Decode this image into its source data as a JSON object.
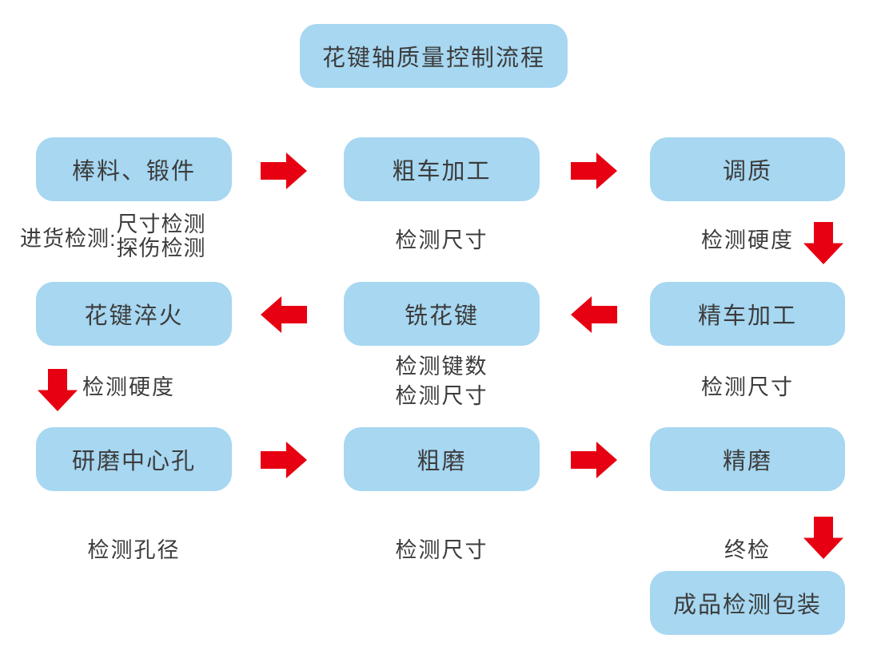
{
  "title": "花键轴质量控制流程",
  "colors": {
    "box_fill": "#a7d7f1",
    "arrow": "#e60012",
    "text": "#3c3c3c",
    "background": "#ffffff"
  },
  "boxes": {
    "bar_stock": "棒料、锻件",
    "rough_turning": "粗车加工",
    "tempering": "调质",
    "spline_quenching": "花键淬火",
    "spline_milling": "铣花键",
    "finish_turning": "精车加工",
    "center_hole_grinding": "研磨中心孔",
    "rough_grinding": "粗磨",
    "fine_grinding": "精磨",
    "final_packaging": "成品检测包装"
  },
  "captions": {
    "incoming_label": "进货检测:",
    "incoming_item1": "尺寸检测",
    "incoming_item2": "探伤检测",
    "after_rough_turning": "检测尺寸",
    "after_tempering": "检测硬度",
    "after_spline_quenching": "检测硬度",
    "after_spline_milling_1": "检测键数",
    "after_spline_milling_2": "检测尺寸",
    "after_finish_turning": "检测尺寸",
    "after_center_hole_grinding": "检测孔径",
    "after_rough_grinding": "检测尺寸",
    "final_inspection": "终检"
  }
}
